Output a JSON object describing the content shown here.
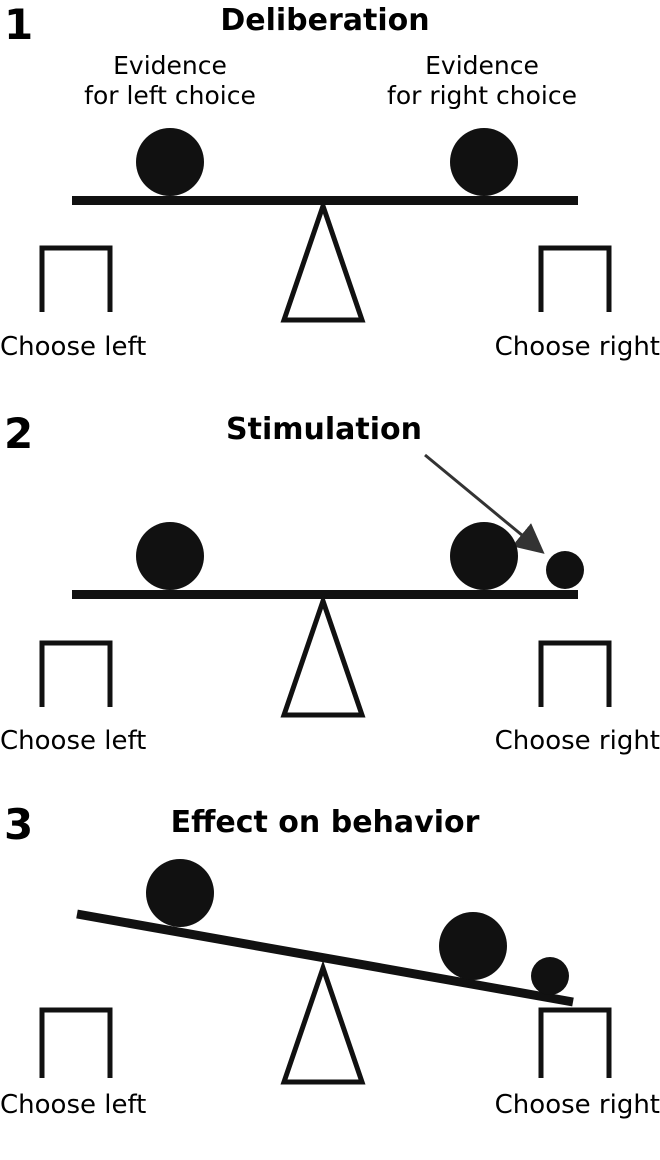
{
  "colors": {
    "ink": "#111111",
    "paper": "#ffffff"
  },
  "panels": [
    {
      "number": "1",
      "heading": "Deliberation",
      "evidence_left": {
        "line1": "Evidence",
        "line2": "for left choice"
      },
      "evidence_right": {
        "line1": "Evidence",
        "line2": "for right choice"
      },
      "choose_left": "Choose left",
      "choose_right": "Choose right"
    },
    {
      "number": "2",
      "heading": "Stimulation",
      "choose_left": "Choose left",
      "choose_right": "Choose right"
    },
    {
      "number": "3",
      "heading": "Effect on behavior",
      "choose_left": "Choose left",
      "choose_right": "Choose right"
    }
  ]
}
